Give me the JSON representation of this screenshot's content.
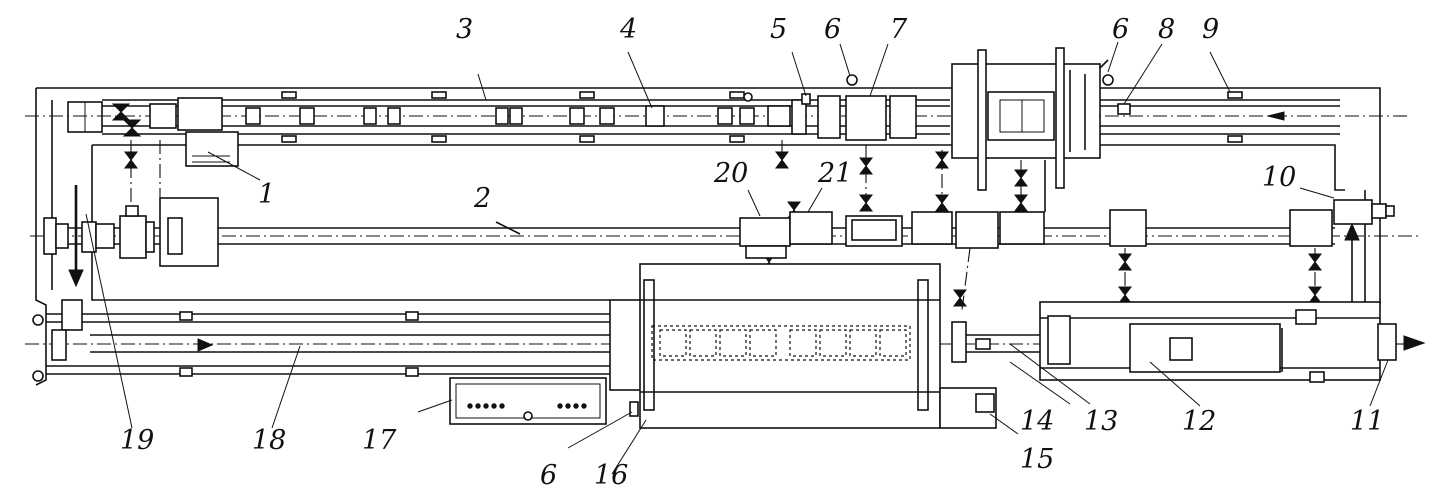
{
  "diagram": {
    "callouts": [
      "1",
      "2",
      "3",
      "4",
      "5",
      "6",
      "7",
      "6",
      "8",
      "9",
      "10",
      "11",
      "12",
      "13",
      "14",
      "15",
      "16",
      "6",
      "17",
      "18",
      "19",
      "20",
      "21"
    ]
  }
}
